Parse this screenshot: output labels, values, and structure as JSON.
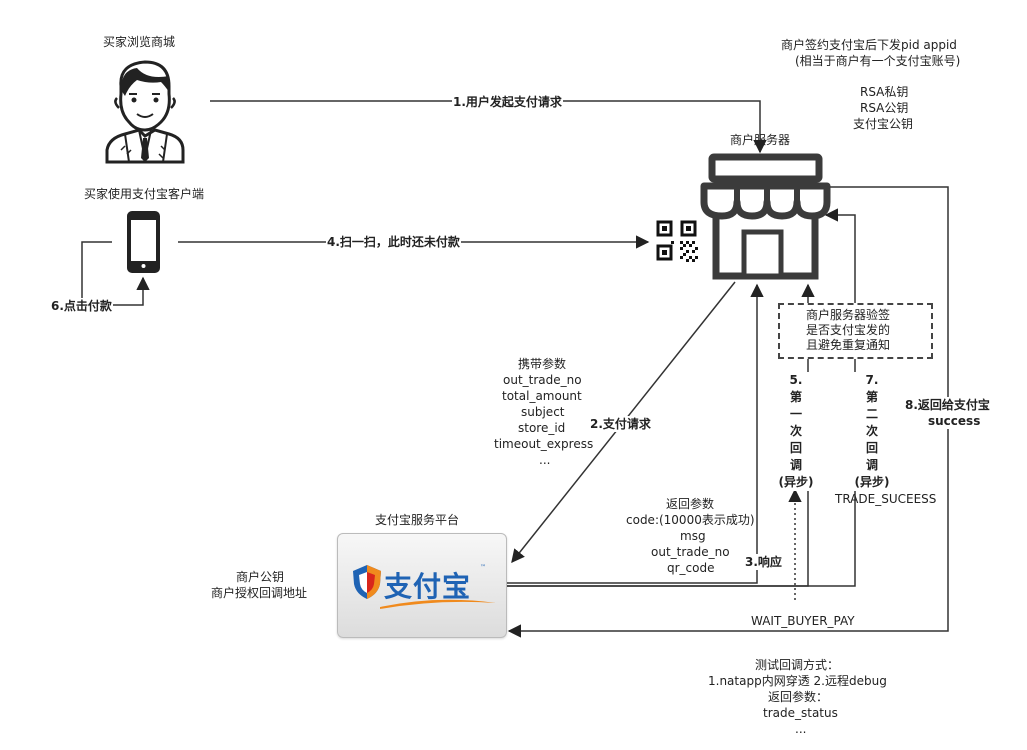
{
  "buyer": {
    "browse_label": "买家浏览商城",
    "client_label": "买家使用支付宝客户端"
  },
  "merchant": {
    "server_label": "商户服务器",
    "sign_line1": "商户签约支付宝后下发pid appid",
    "sign_line2": "(相当于商户有一个支付宝账号)",
    "keys": [
      "RSA私钥",
      "RSA公钥",
      "支付宝公钥"
    ],
    "verify_lines": [
      "商户服务器验签",
      "是否支付宝发的",
      "且避免重复通知"
    ]
  },
  "alipay": {
    "platform_label": "支付宝服务平台",
    "logo_text": "支付宝",
    "tm": "™",
    "merchant_info": [
      "商户公钥",
      "商户授权回调地址"
    ]
  },
  "steps": {
    "s1": "1.用户发起支付请求",
    "s2": "2.支付请求",
    "s3": "3.响应",
    "s4": "4.扫一扫，此时还未付款",
    "s5": [
      "5.",
      "第",
      "一",
      "次",
      "回",
      "调",
      "(异步)"
    ],
    "s6": "6.点击付款",
    "s7": [
      "7.",
      "第",
      "二",
      "次",
      "回",
      "调",
      "(异步)"
    ],
    "s8_line1": "8.返回给支付宝",
    "s8_line2": "success"
  },
  "request_params": [
    "携带参数",
    "out_trade_no",
    "total_amount",
    "subject",
    "store_id",
    "timeout_express",
    "..."
  ],
  "response_params": [
    "返回参数",
    "code:(10000表示成功)",
    "msg",
    "out_trade_no",
    "qr_code"
  ],
  "statuses": {
    "trade_success": "TRADE_SUCEESS",
    "wait_buyer_pay": "WAIT_BUYER_PAY"
  },
  "test_notes": [
    "测试回调方式：",
    "1.natapp内网穿透 2.远程debug",
    "返回参数：",
    "trade_status",
    "..."
  ],
  "colors": {
    "line": "#333333",
    "alipay_blue": "#1f63b4",
    "alipay_orange": "#f08a1d",
    "alipay_red": "#d9261c"
  }
}
